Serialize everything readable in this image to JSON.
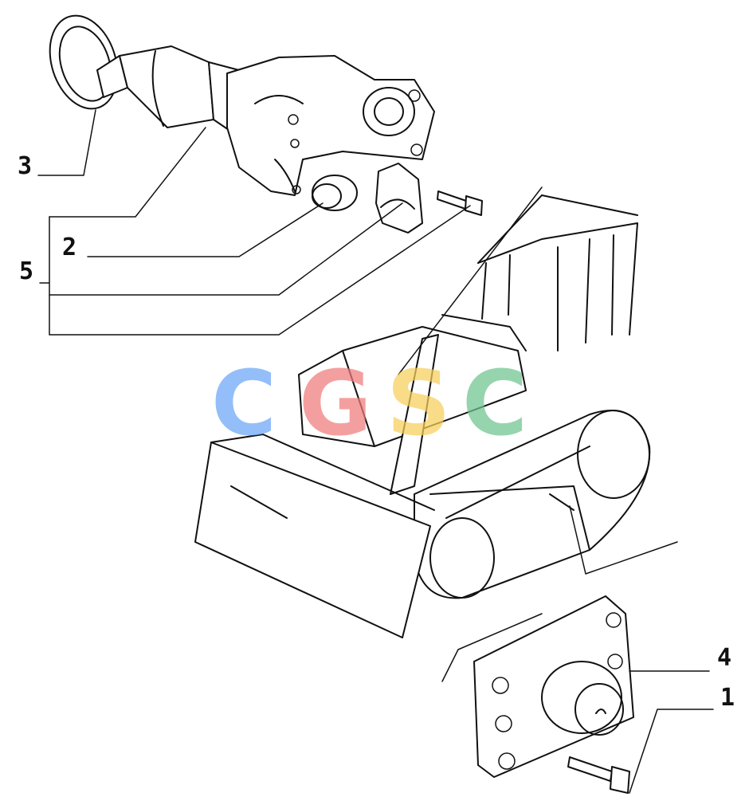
{
  "callouts": {
    "c1": "1",
    "c2": "2",
    "c3": "3",
    "c4": "4",
    "c5": "5"
  },
  "watermark": {
    "letters": [
      "C",
      "G",
      "S",
      "C"
    ],
    "colors": [
      "#6aa6f8",
      "#f07b7b",
      "#f8cf5a",
      "#6fc48e"
    ]
  }
}
